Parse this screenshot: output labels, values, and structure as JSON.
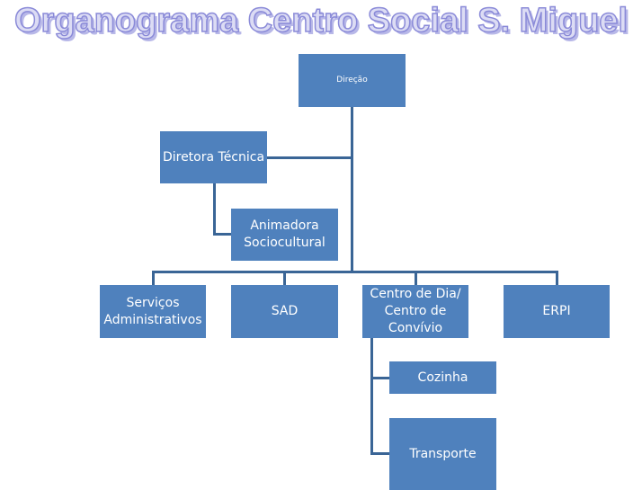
{
  "title": "Organograma Centro Social S. Miguel",
  "nodes": {
    "direcao": "Direção",
    "diretora_tecnica": "Diretora Técnica",
    "animadora": "Animadora Sociocultural",
    "servicos": "Serviços Administrativos",
    "sad": "SAD",
    "centro_dia": "Centro de Dia/ Centro de Convívio",
    "erpi": "ERPI",
    "cozinha": "Cozinha",
    "transporte": "Transporte"
  },
  "colors": {
    "box": "#4f81bd",
    "line": "#3a6596"
  }
}
